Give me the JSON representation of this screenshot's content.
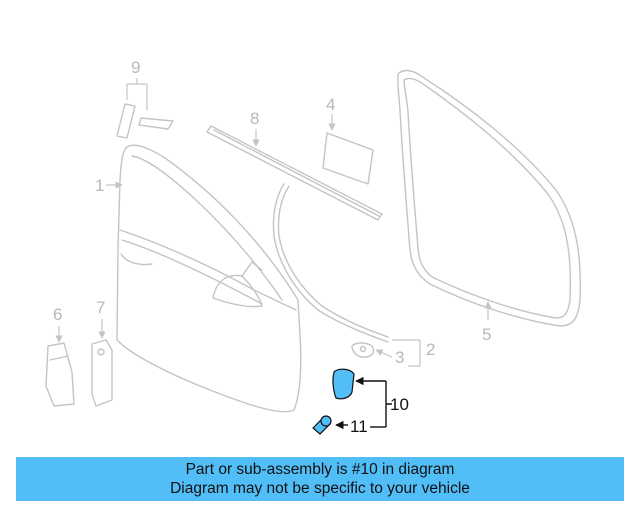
{
  "colors": {
    "banner": "#52bef7",
    "highlight": "#52bef7",
    "part_outline": "#c4c4c4",
    "label_light": "#b8b8b8",
    "label_dark": "#111111"
  },
  "callouts": {
    "c1": "1",
    "c2": "2",
    "c3": "3",
    "c4": "4",
    "c5": "5",
    "c6": "6",
    "c7": "7",
    "c8": "8",
    "c9": "9",
    "c10": "10",
    "c11": "11"
  },
  "highlighted_part": "10",
  "banner": {
    "line1": "Part or sub-assembly is #10 in diagram",
    "line2": "Diagram may not be specific to your vehicle"
  }
}
